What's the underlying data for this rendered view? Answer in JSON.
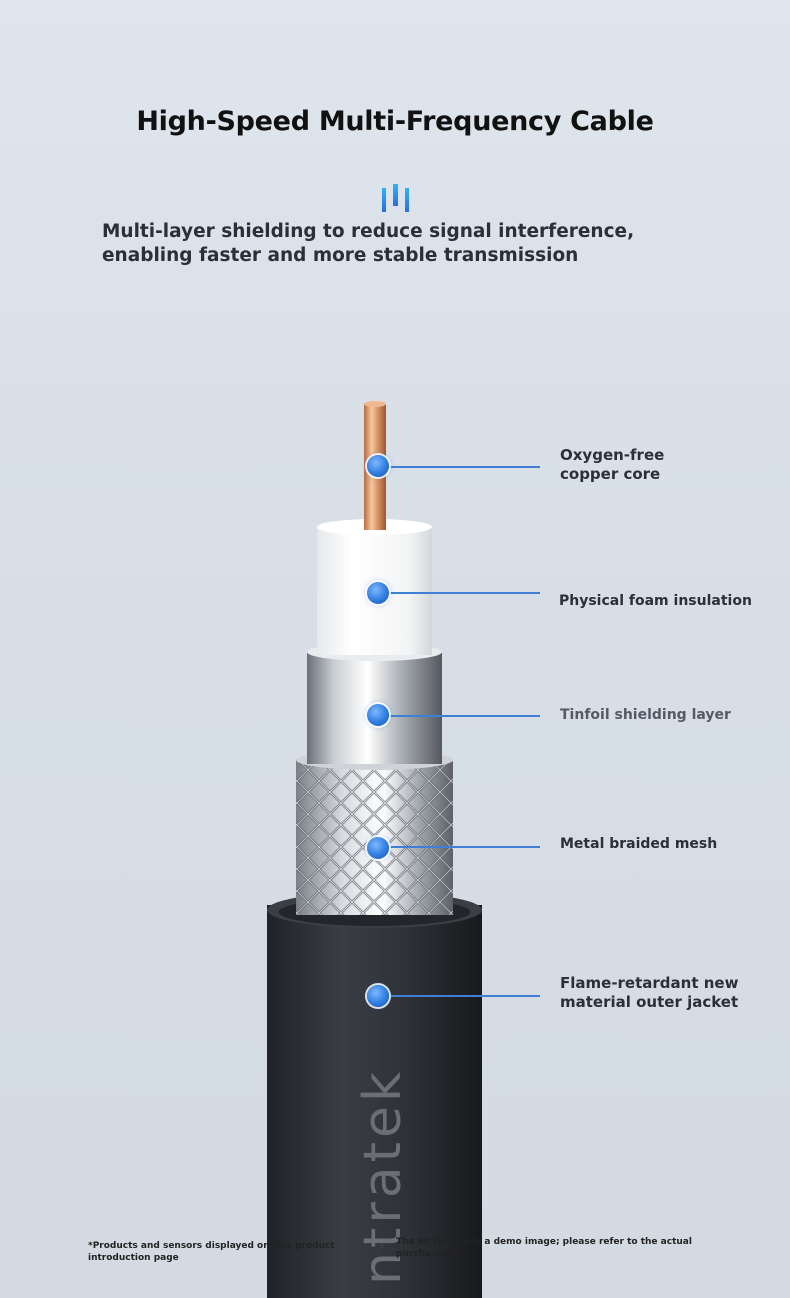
{
  "header": {
    "title": "High-Speed Multi-Frequency Cable",
    "subtitle": "Multi-layer shielding to reduce signal interference, enabling faster and more stable transmission"
  },
  "layers": [
    {
      "label": "Oxygen-free\ncopper core"
    },
    {
      "label": "Physical foam insulation"
    },
    {
      "label": "Tinfoil shielding layer"
    },
    {
      "label": "Metal braided mesh"
    },
    {
      "label": "Flame-retardant new\nmaterial outer jacket"
    }
  ],
  "jacket_print": "ntratek",
  "footer": {
    "left_note": "*Products and sensors displayed on this product\nintroduction page",
    "right_note": "The en      terface is a demo image; please refer to the actual\npurcha       oduct",
    "icon": "bolt-icon"
  },
  "colors": {
    "accent": "#3f7fd6",
    "jacket": "#2b2e33",
    "copper": "#d9986a"
  }
}
